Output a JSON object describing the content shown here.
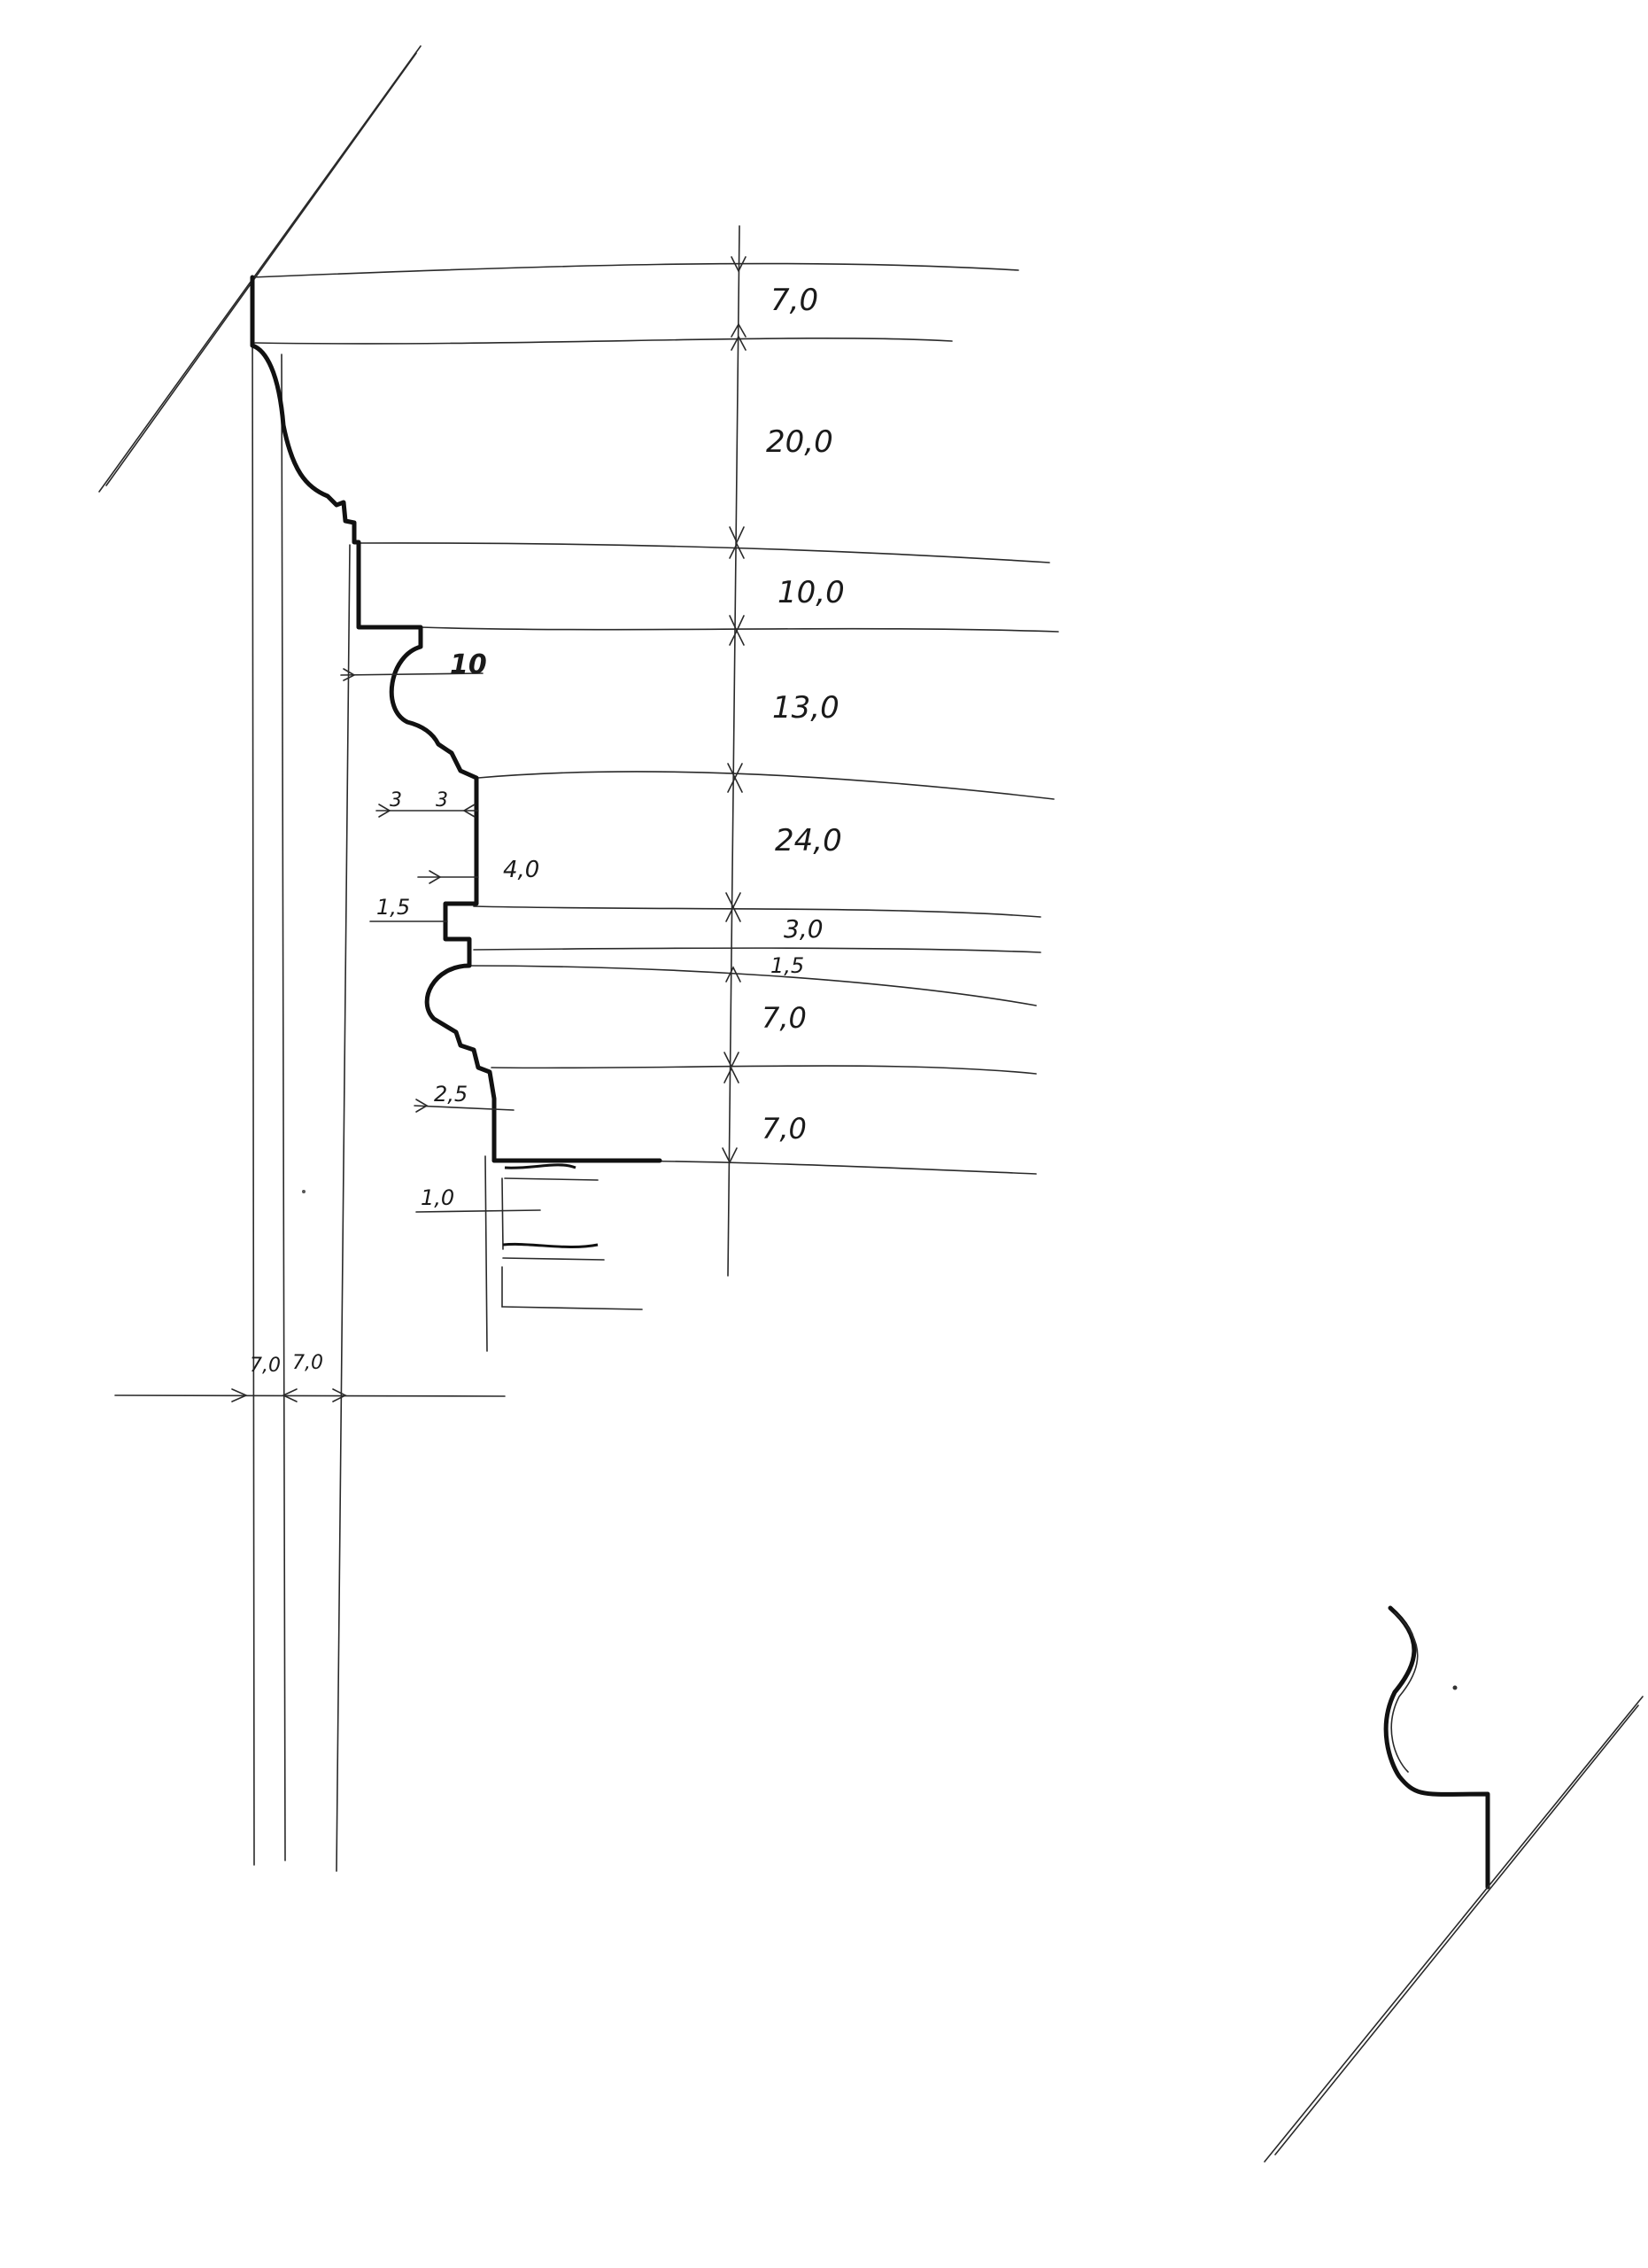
{
  "dimensions": {
    "right_column": [
      "7,0",
      "20,0",
      "10,0",
      "13,0",
      "24,0",
      "3,0",
      "1,5",
      "7,0",
      "7,0"
    ],
    "profile_offsets": {
      "cove_depth": "10",
      "step_left": "3",
      "step_right": "3",
      "fillet_depth": "4,0",
      "bead_width": "1,5",
      "ovolo_depth": "2,5",
      "base_offset": "1,0"
    },
    "bottom_widths": [
      "7,0",
      "7,0"
    ]
  }
}
